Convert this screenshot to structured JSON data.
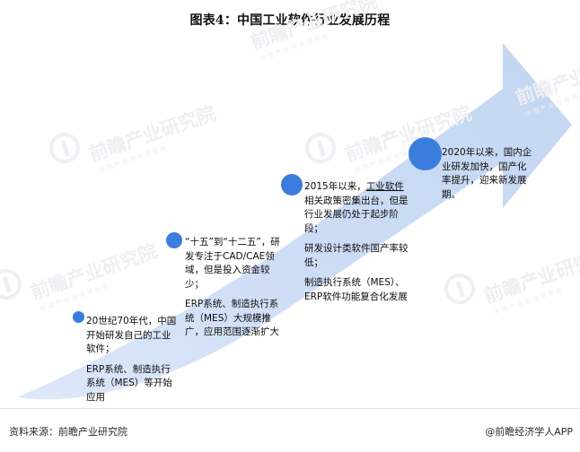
{
  "title": "图表4：中国工业软件行业发展历程",
  "colors": {
    "dot": "#3b7ddd",
    "arrow_fill": "#c7d8f2",
    "arrow_fill_light": "#dbe6f8",
    "text": "#0d0d0d",
    "watermark": "#efeff3",
    "background": "#ffffff"
  },
  "watermarks": [
    {
      "name": "前瞻产业研究院",
      "sub": "中国产业咨询领导者"
    },
    {
      "name": "前瞻产业研究院",
      "sub": "中国产业咨询领导者"
    },
    {
      "name": "前瞻产业研究院",
      "sub": "中国产业咨询领导者"
    },
    {
      "name": "前瞻产业研究院",
      "sub": "中国产业咨询领导者"
    },
    {
      "name": "前瞻产业研究院",
      "sub": "中国产业咨询领导者"
    },
    {
      "name": "前瞻产业研究院",
      "sub": "中国产业咨询领导者"
    }
  ],
  "milestones": [
    {
      "id": "stage-1",
      "marker_label": "milestone-dot-1",
      "paragraphs": [
        "20世纪70年代，中国开始研发自己的工业软件；",
        "ERP系统、制造执行系统（MES）等开始应用"
      ]
    },
    {
      "id": "stage-2",
      "marker_label": "milestone-dot-2",
      "paragraphs": [
        "“十五”到“十二五”，研发专注于CAD/CAE领域，但是投入资金较少；",
        "ERP系统、制造执行系统（MES）大规模推广，应用范围逐渐扩大"
      ]
    },
    {
      "id": "stage-3",
      "marker_label": "milestone-dot-3",
      "paragraphs": [
        "2015年以来，工业软件相关政策密集出台，但是行业发展仍处于起步阶段；",
        "研发设计类软件国产率较低；",
        "制造执行系统（MES）、ERP软件功能复合化发展"
      ],
      "linked_term": "工业软件"
    },
    {
      "id": "stage-4",
      "marker_label": "milestone-dot-4",
      "paragraphs": [
        "2020年以来，国内企业研发加快，国产化率提升，迎来新发展期。"
      ]
    }
  ],
  "footer": {
    "source": "资料来源：前瞻产业研究院",
    "credit": "@前瞻经济学人APP"
  },
  "chart_data": {
    "type": "diagram",
    "subtype": "timeline-arrow",
    "title": "图表4：中国工业软件行业发展历程",
    "direction": "ascending-left-to-right",
    "stages": [
      {
        "order": 1,
        "period": "20世纪70年代",
        "marker_size_px": 13,
        "description": "中国开始研发自己的工业软件；ERP系统、制造执行系统（MES）等开始应用"
      },
      {
        "order": 2,
        "period": "“十五”到“十二五”",
        "marker_size_px": 18,
        "description": "研发专注于CAD/CAE领域，但是投入资金较少；ERP系统、制造执行系统（MES）大规模推广，应用范围逐渐扩大"
      },
      {
        "order": 3,
        "period": "2015年以来",
        "marker_size_px": 24,
        "description": "工业软件相关政策密集出台，但是行业发展仍处于起步阶段；研发设计类软件国产率较低；制造执行系统（MES）、ERP软件功能复合化发展"
      },
      {
        "order": 4,
        "period": "2020年以来",
        "marker_size_px": 37,
        "description": "国内企业研发加快，国产化率提升，迎来新发展期。"
      }
    ]
  }
}
